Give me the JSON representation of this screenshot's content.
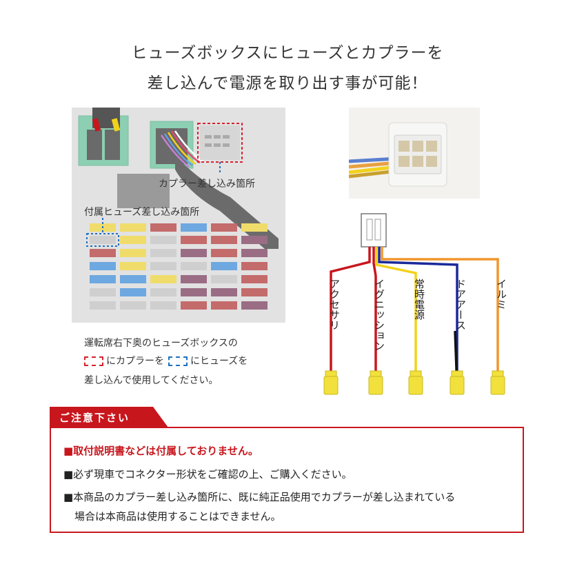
{
  "headline": {
    "line1": "ヒューズボックスにヒューズとカプラーを",
    "line2": "差し込んで電源を取り出す事が可能！"
  },
  "fuse_panel": {
    "coupler_callout": "カプラー差し込み箇所",
    "fuse_callout": "付属ヒューズ差し込み箇所"
  },
  "description": {
    "line1": "運転席右下奥のヒューズボックスの",
    "line2_a": "にカプラーを",
    "line2_b": "にヒューズを",
    "line3": "差し込んで使用してください。"
  },
  "wires": [
    {
      "label": "アクセサリ",
      "color": "#c8161d"
    },
    {
      "label": "イグニッション",
      "color": "#c8161d"
    },
    {
      "label": "常時電源",
      "color": "#f2d21c"
    },
    {
      "label": "ドアアース",
      "color": "#1a2a9a"
    },
    {
      "label": "イルミ",
      "color": "#f0962c"
    }
  ],
  "notice": {
    "title": "ご注意下さい",
    "item1": "■取付説明書などは付属しておりません。",
    "item2": "■必ず現車でコネクター形状をご確認の上、ご購入ください。",
    "item3": "■本商品のカプラー差し込み箇所に、既に純正品使用でカプラーが差し込まれている",
    "item3_cont": "場合は本商品は使用することはできません。"
  },
  "colors": {
    "accent_red": "#c8161d",
    "marker_red": "#d8202c",
    "marker_blue": "#1e6fc0"
  }
}
